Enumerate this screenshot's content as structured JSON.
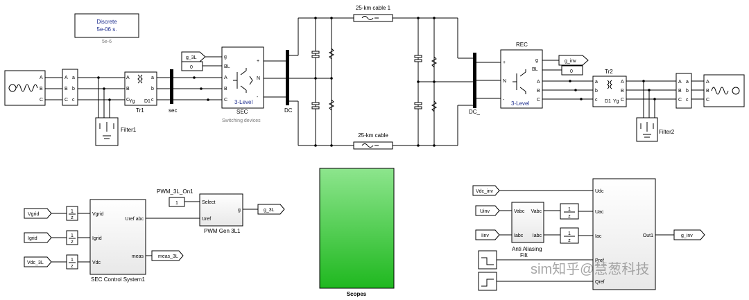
{
  "solver": {
    "line1": "Discrete",
    "line2": "5e-06 s.",
    "below": "5e-6"
  },
  "cables": {
    "top": "25-km cable 1",
    "bottom": "25-km cable"
  },
  "blocks": {
    "tr1": "Tr1",
    "tr2": "Tr2",
    "filter1": "Filter1",
    "filter2": "Filter2",
    "sec_bus": "sec",
    "sec": {
      "name": "SEC",
      "level": "3-Level",
      "sub": "Switching devices",
      "port_g": "g",
      "port_bl": "BL"
    },
    "rec": {
      "name": "REC",
      "level": "3-Level",
      "port_g": "g",
      "port_bl": "BL"
    },
    "dc1": "DC",
    "dc2": "DC_",
    "scopes": "Scopes",
    "sec_ctrl": {
      "name": "SEC Control System1",
      "in1": "Vgrid",
      "in2": "Igrid",
      "in3": "Vdc",
      "out1": "Uref abc",
      "out2": "meas"
    },
    "pwm": {
      "name": "PWM Gen 3L1",
      "title": "PWM_3L_On1",
      "in1": "Select",
      "in2": "Uref",
      "out": "g"
    },
    "inv_ctrl": {
      "in1": "Udc",
      "in2": "Uac",
      "in3": "Iac",
      "in4": "Pref",
      "in5": "Qref",
      "out": "Out1"
    },
    "anti_alias": {
      "name": "Anti Aliasing",
      "name2": "Filt",
      "in1": "Vabc",
      "in2": "Iabc",
      "out1": "Vabc",
      "out2": "Iabc"
    }
  },
  "ports": {
    "abc": [
      "A",
      "B",
      "C"
    ],
    "abc_lower": [
      "a",
      "b",
      "c"
    ],
    "dc": [
      "+",
      "N",
      "-"
    ]
  },
  "goto": {
    "g3l": "g_3L",
    "ginv": "g_inv",
    "meas": "meas_3L",
    "g3l_out": "g_3L",
    "ginv_out": "g_inv"
  },
  "from": {
    "vgrid": "Vgrid",
    "igrid": "Igrid",
    "vdc3l": "Vdc_3L",
    "vdcinv": "Vdc_inv",
    "uinv": "Uinv",
    "iinv": "Iinv"
  },
  "constants": {
    "sec_bl": "0",
    "rec_bl": "0",
    "pwm_sel": "1"
  },
  "unit_delay": {
    "num": "1",
    "den": "z"
  },
  "watermark": "sim知乎@慧葱科技",
  "colors": {
    "scope_top": "#8de58d",
    "scope_bottom": "#1fb81f",
    "label_blue": "#1f2f8f"
  }
}
